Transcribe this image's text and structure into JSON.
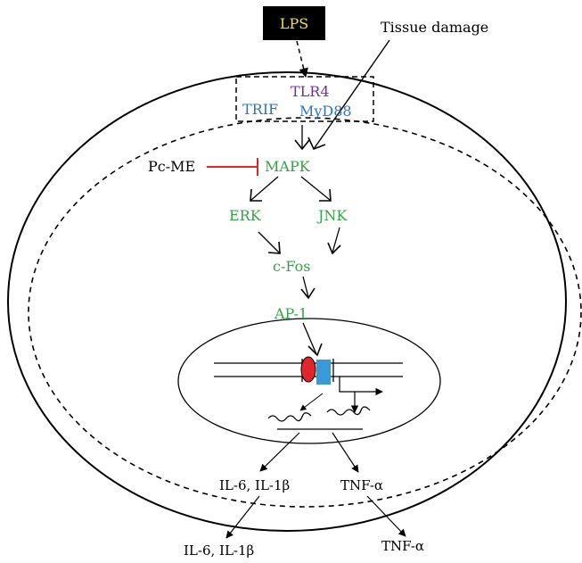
{
  "colors": {
    "green": "#3aa048",
    "blue": "#2e75b6",
    "purple": "#7030a0",
    "yellow": "#f2e33a",
    "red": "#e0262b",
    "black": "#000000",
    "promoter_blue": "#3a9ad9"
  },
  "labels": {
    "lps": "LPS",
    "tissue_damage": "Tissue damage",
    "tlr4": "TLR4",
    "trif": "TRIF",
    "myd88": "MyD88",
    "pc_me": "Pc-ME",
    "mapk": "MAPK",
    "erk": "ERK",
    "jnk": "JNK",
    "c_fos": "c-Fos",
    "ap1": "AP-1",
    "il_internal": "IL-6, IL-1β",
    "tnf_internal": "TNF-α",
    "il_external": "IL-6, IL-1β",
    "tnf_external": "TNF-α"
  }
}
